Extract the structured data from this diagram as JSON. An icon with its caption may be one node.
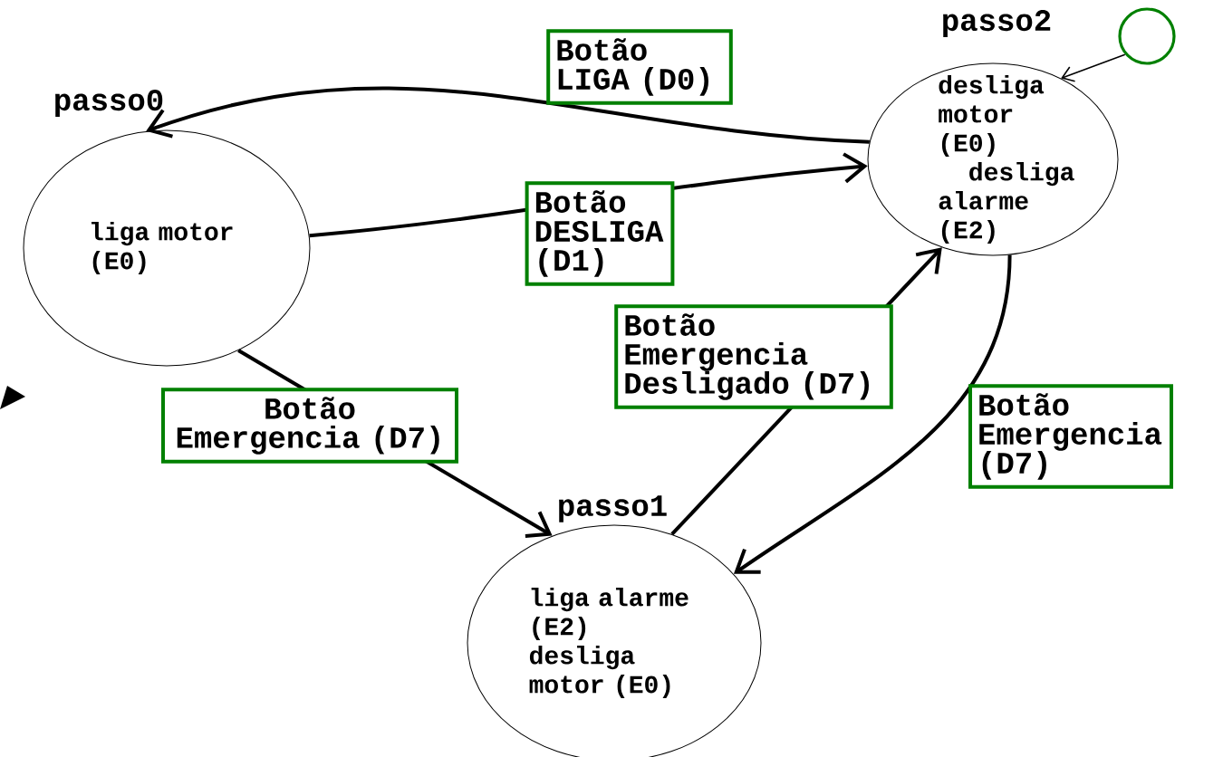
{
  "diagram": {
    "nodes": [
      {
        "text": [
          "passo0",
          "liga motor (E0)"
        ]
      },
      {
        "text": [
          "passo2",
          "desliga motor (E0)",
          "desliga alarme (E2)"
        ]
      },
      {
        "text": [
          "passo1",
          "liga alarme (E2) desliga motor (E0)"
        ]
      },
      {
        "text": [],
        "shape": "circle"
      }
    ],
    "edges": [
      {
        "from": 1,
        "to": 0,
        "arrow": "to",
        "label": "Botão LIGA (D0)"
      },
      {
        "from": 0,
        "to": 1,
        "arrow": "to",
        "label": "Botão DESLIGA (D1)"
      },
      {
        "from": 0,
        "to": 2,
        "arrow": "to",
        "label": "Botão Emergencia (D7)"
      },
      {
        "from": 2,
        "to": 1,
        "arrow": "to",
        "label": "Botão Emergencia Desligado (D7)"
      },
      {
        "from": 1,
        "to": 2,
        "arrow": "to",
        "label": "Botão Emergencia (D7)"
      },
      {
        "from": 3,
        "to": 1,
        "arrow": "to"
      }
    ]
  }
}
